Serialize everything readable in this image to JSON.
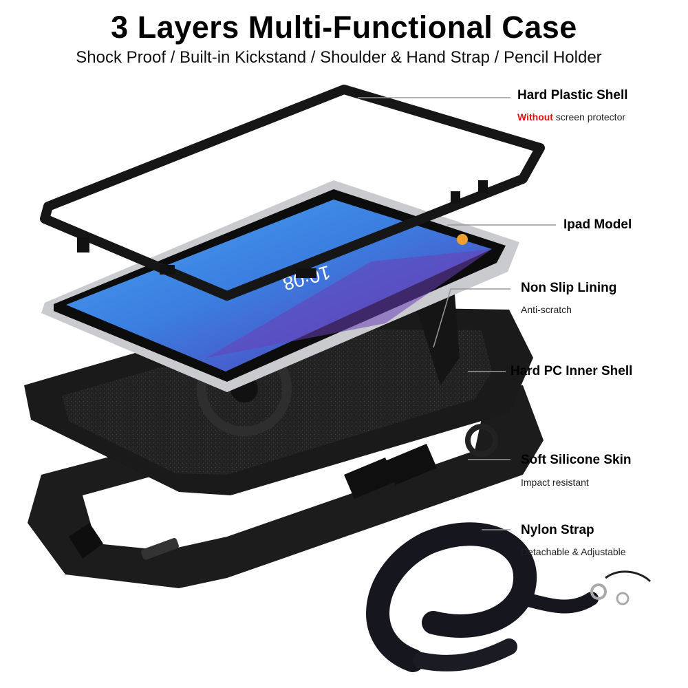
{
  "header": {
    "title": "3 Layers Multi-Functional Case",
    "subtitle": "Shock Proof / Built-in Kickstand / Shoulder & Hand Strap / Pencil Holder"
  },
  "tablet_screen": {
    "clock": "10:08"
  },
  "callouts": {
    "hard_shell": {
      "title": "Hard Plastic Shell",
      "note_highlight": "Without",
      "note_rest": " screen protector"
    },
    "ipad_model": {
      "title": "Ipad Model"
    },
    "lining": {
      "title": "Non Slip Lining",
      "note": "Anti-scratch"
    },
    "inner_shell": {
      "title": "Hard PC Inner Shell"
    },
    "silicone": {
      "title": "Soft Silicone Skin",
      "note": "Impact resistant"
    },
    "strap": {
      "title": "Nylon Strap",
      "note": "Detachable & Adjustable"
    }
  },
  "colors": {
    "case_black": "#1c1c1c",
    "highlight_red": "#e01010",
    "screen_blue": "#3b7fe0",
    "screen_purple": "#6a3fb8",
    "tablet_silver": "#c9cbcf"
  }
}
